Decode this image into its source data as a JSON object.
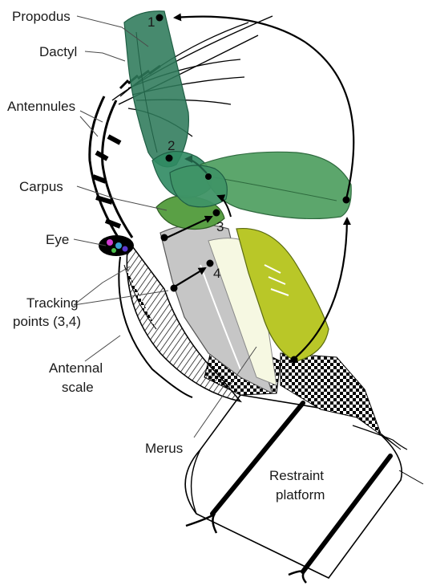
{
  "labels": {
    "propodus": "Propodus",
    "dactyl": "Dactyl",
    "antennules": "Antennules",
    "carpus": "Carpus",
    "eye": "Eye",
    "tracking_line1": "Tracking",
    "tracking_line2": "points (3,4)",
    "antennal_scale_line1": "Antennal",
    "antennal_scale_line2": "scale",
    "merus": "Merus",
    "restraint_line1": "Restraint",
    "restraint_line2": "platform"
  },
  "points": {
    "p1": "1",
    "p2": "2",
    "p3": "3",
    "p4": "4"
  },
  "colors": {
    "raptorial_dark": "#2e7a5a",
    "raptorial_mid": "#3f9466",
    "raptorial_light": "#4e9e5f",
    "carpus_green": "#5aa045",
    "merus_yellow": "#b9c728",
    "merus_pale": "#f6f8e2",
    "body_grey": "#cfcfcf",
    "outline": "#000000"
  }
}
